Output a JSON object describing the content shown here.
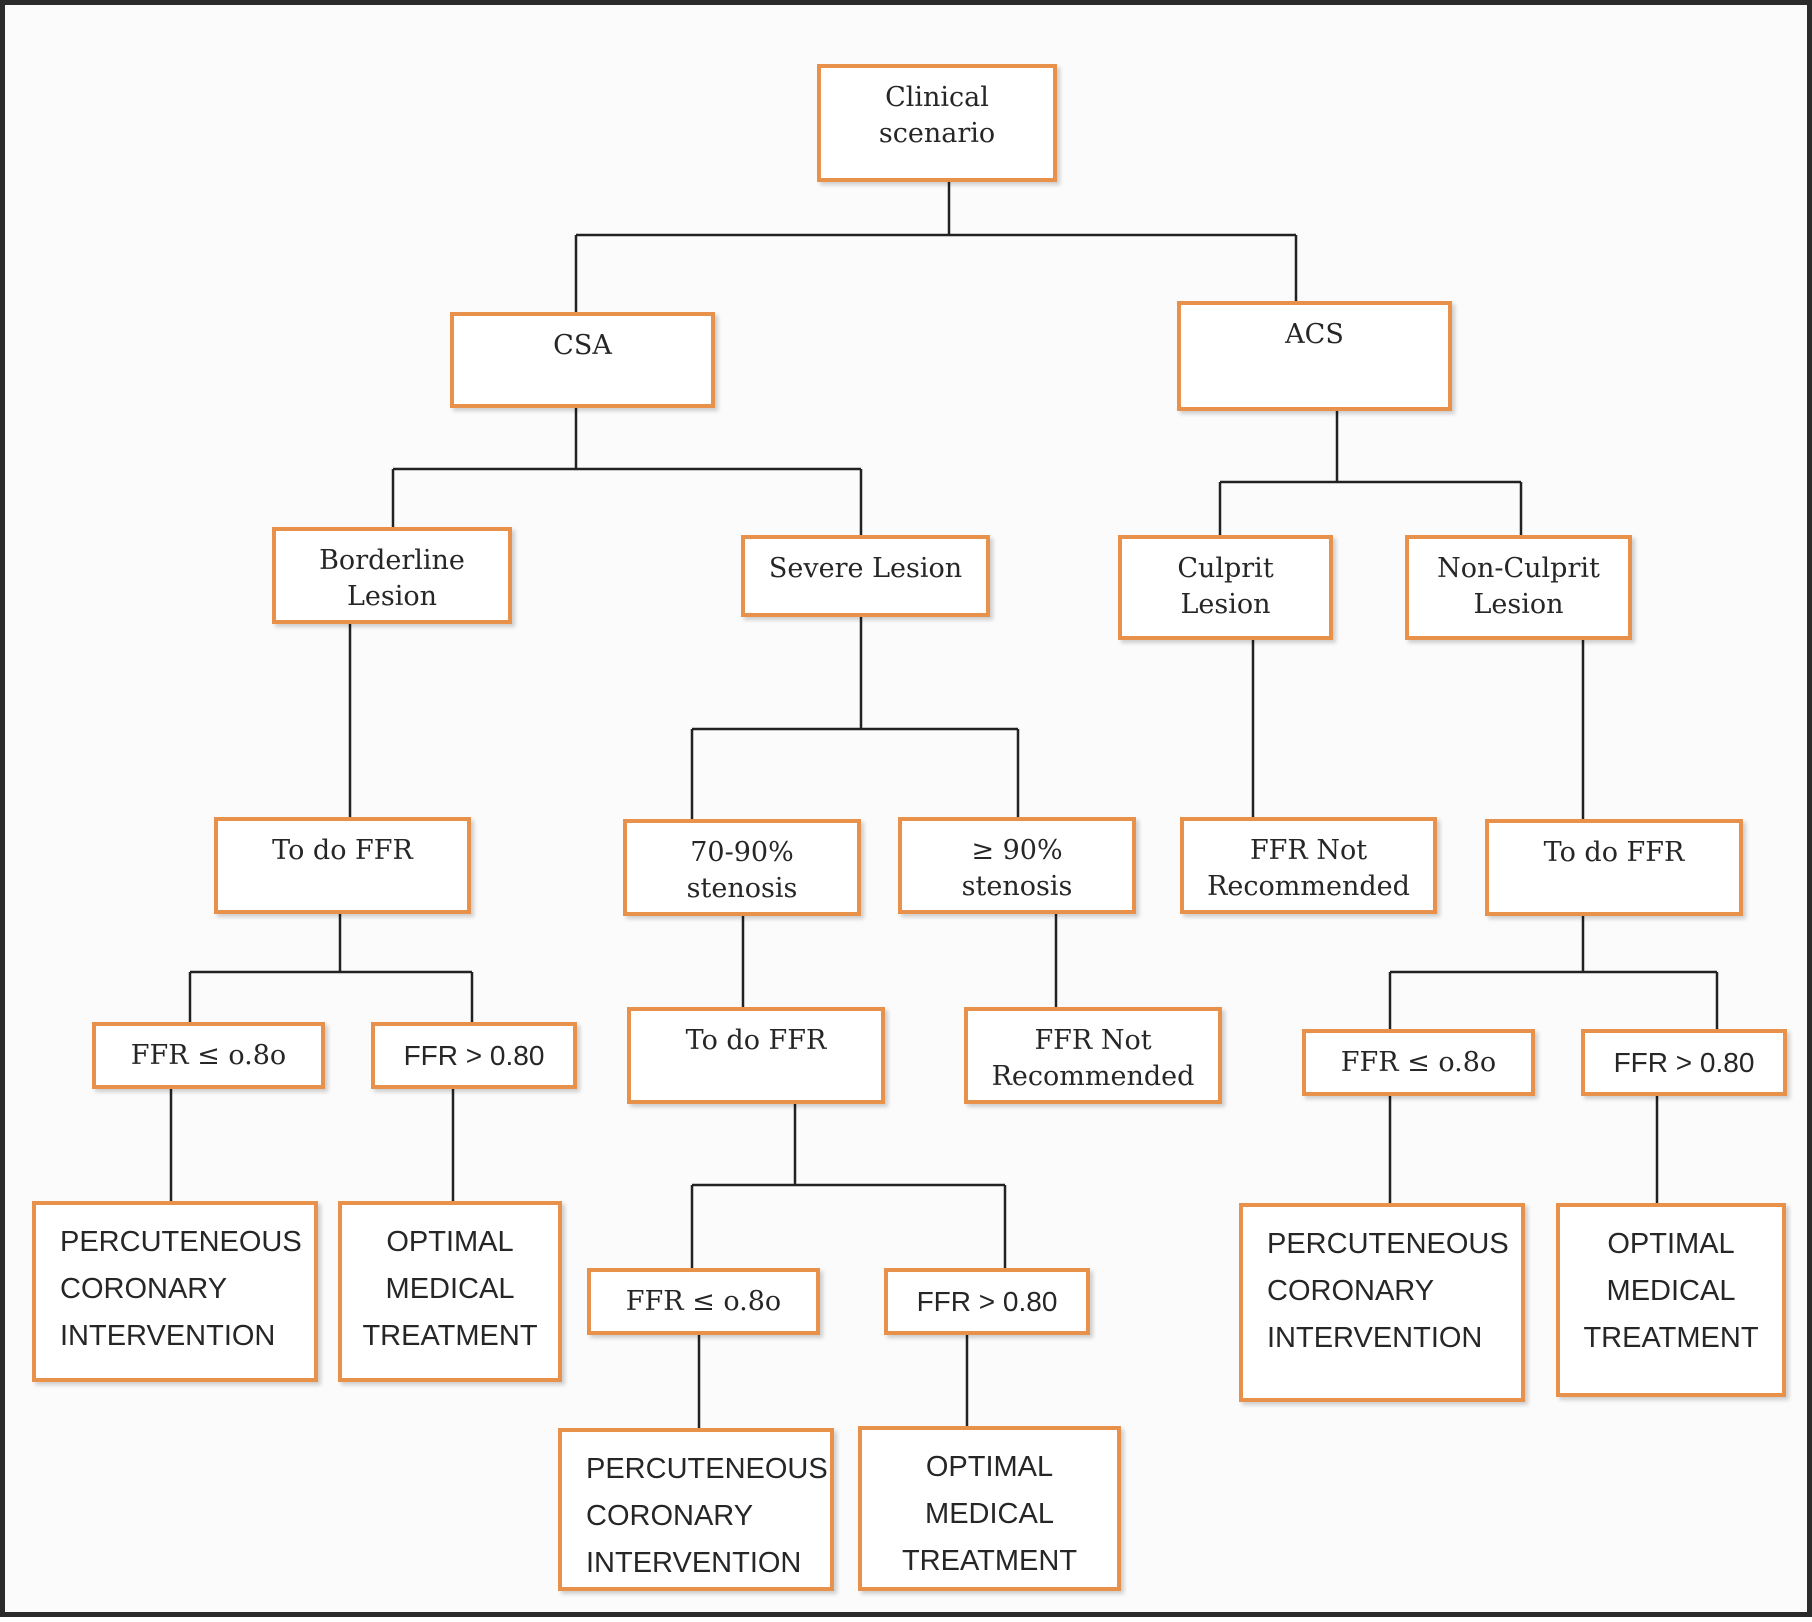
{
  "nodes": {
    "clinical": [
      "Clinical",
      "scenario"
    ],
    "csa": [
      "CSA"
    ],
    "acs": [
      "ACS"
    ],
    "borderline": [
      "Borderline",
      "Lesion"
    ],
    "severe": [
      "Severe Lesion"
    ],
    "culprit": [
      "Culprit",
      "Lesion"
    ],
    "nonculprit": [
      "Non-Culprit",
      "Lesion"
    ],
    "ffr_left": [
      "To do FFR"
    ],
    "stenosis_70_90": [
      "70-90%",
      "stenosis"
    ],
    "stenosis_90": [
      "≥ 90%",
      "stenosis"
    ],
    "ffr_not_rec_right": [
      "FFR Not",
      "Recommended"
    ],
    "ffr_right": [
      "To do FFR"
    ],
    "left_le": [
      "FFR ≤ o.8o"
    ],
    "left_gt": [
      "FFR > 0.80"
    ],
    "mid_ffr": [
      "To do FFR"
    ],
    "ffr_not_rec_mid": [
      "FFR Not",
      "Recommended"
    ],
    "right_le": [
      "FFR ≤ o.8o"
    ],
    "right_gt": [
      "FFR > 0.80"
    ],
    "pci_left": [
      "PERCUTENEOUS",
      "CORONARY",
      "INTERVENTION"
    ],
    "omt_left": [
      "OPTIMAL",
      "MEDICAL",
      "TREATMENT"
    ],
    "mid_le": [
      "FFR ≤ o.8o"
    ],
    "mid_gt": [
      "FFR > 0.80"
    ],
    "pci_right": [
      "PERCUTENEOUS",
      "CORONARY",
      "INTERVENTION"
    ],
    "omt_right": [
      "OPTIMAL",
      "MEDICAL",
      "TREATMENT"
    ],
    "pci_mid": [
      "PERCUTENEOUS",
      "CORONARY",
      "INTERVENTION"
    ],
    "omt_mid": [
      "OPTIMAL",
      "MEDICAL",
      "TREATMENT"
    ]
  },
  "colors": {
    "box_border": "#e8914a",
    "line": "#222222",
    "text": "#262626"
  }
}
